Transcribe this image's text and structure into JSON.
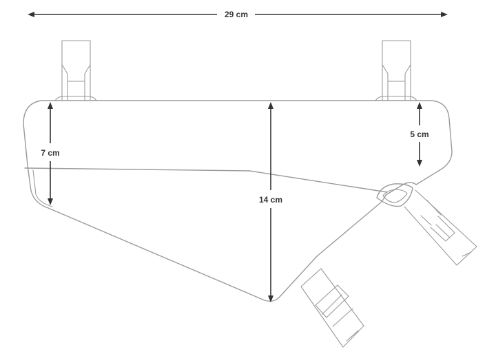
{
  "colors": {
    "outline": "#9a9a9a",
    "dimension": "#333333",
    "background": "#ffffff"
  },
  "dimensions": {
    "width": "29 cm",
    "front_height": "7 cm",
    "max_height": "14 cm",
    "rear_height": "5 cm"
  }
}
